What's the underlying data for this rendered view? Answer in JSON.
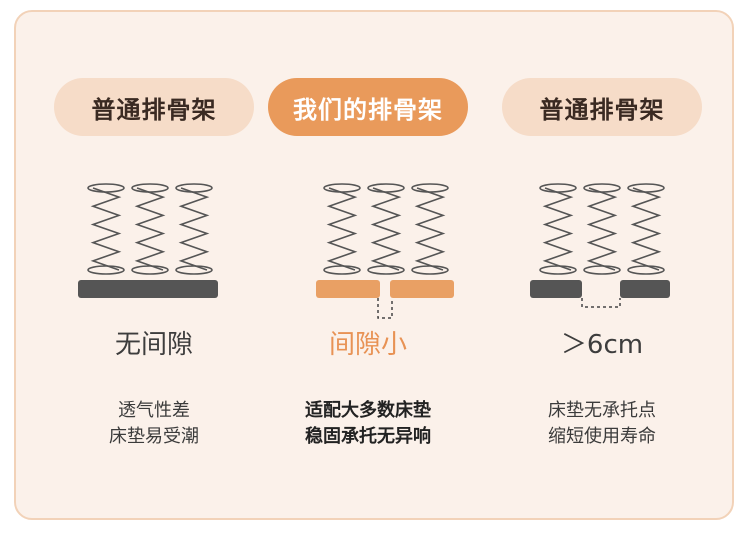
{
  "columns": [
    {
      "header": "普通排骨架",
      "gap_label": "无间隙",
      "desc": [
        "透气性差",
        "床垫易受潮"
      ]
    },
    {
      "header": "我们的排骨架",
      "gap_label": "间隙小",
      "desc": [
        "适配大多数床垫",
        "稳固承托无异响"
      ]
    },
    {
      "header": "普通排骨架",
      "gap_label": "＞6cm",
      "desc": [
        "床垫无承托点",
        "缩短使用寿命"
      ]
    }
  ],
  "colors": {
    "card_bg": "#fbf1ea",
    "card_border": "#f2d2b8",
    "pill_light": "#f6dcc8",
    "pill_accent": "#e99a5b",
    "slat_dark": "#555555",
    "slat_accent": "#e9a064",
    "accent_text": "#e89254"
  },
  "icons": [
    "coil-spring-icon",
    "bed-slat-icon"
  ]
}
